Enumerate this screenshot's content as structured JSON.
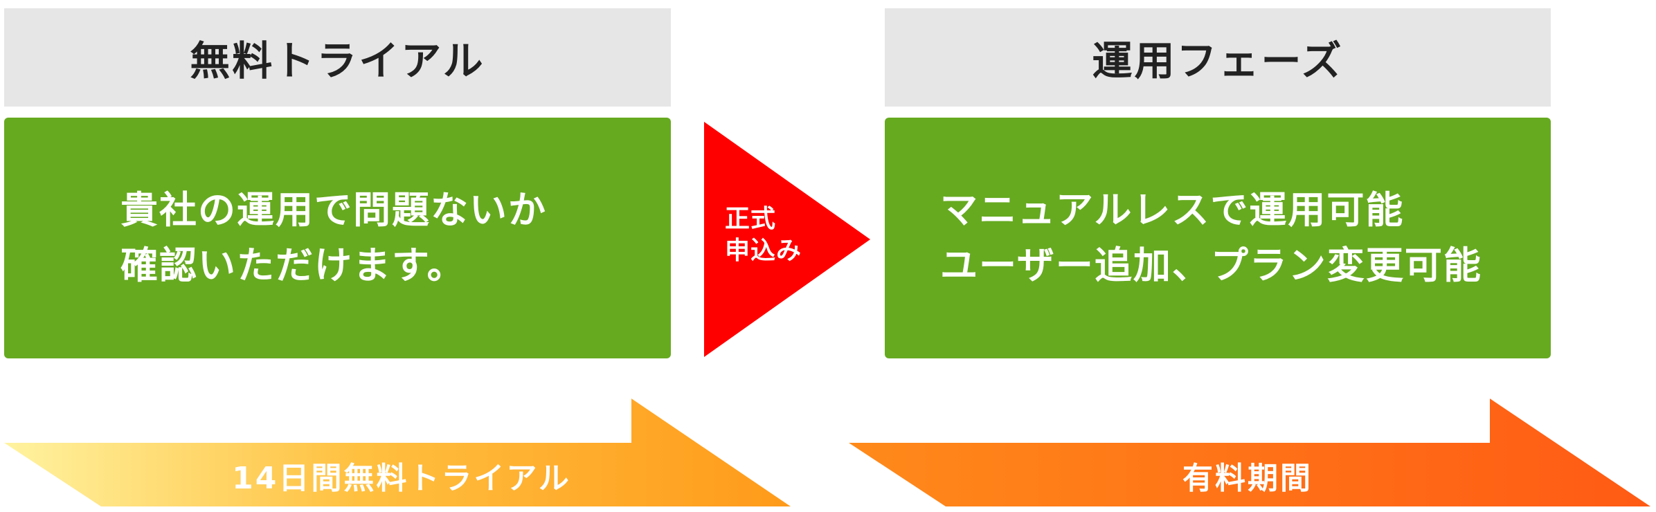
{
  "trial": {
    "header": "無料トライアル",
    "body_lines": [
      "貴社の運用で問題ないか",
      "確認いただけます。"
    ],
    "period_label": "14日間無料トライアル"
  },
  "operation": {
    "header": "運用フェーズ",
    "body_lines": [
      "マニュアルレスで運用可能",
      "ユーザー追加、プラン変更可能"
    ],
    "period_label": "有料期間"
  },
  "transition": {
    "label_lines": [
      "正式",
      "申込み"
    ]
  },
  "colors": {
    "header_bg": "#e6e6e6",
    "box_green": "#66aa20",
    "transition_red": "#ff0000",
    "trial_gradient_start": "#fff3a0",
    "trial_gradient_end": "#ff9a1a",
    "paid_gradient_start": "#ff8a1a",
    "paid_gradient_end": "#ff5a14"
  }
}
